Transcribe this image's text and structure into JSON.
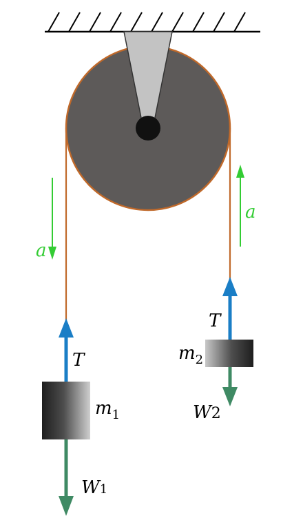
{
  "colors": {
    "pulley_fill": "#5d5a59",
    "pulley_rim": "#c0692a",
    "rope": "#c0692a",
    "bracket": "#c3c3c3",
    "axle": "#111111",
    "tension_arrow": "#1a7ec6",
    "weight_arrow": "#3f8a64",
    "acceleration_arrow": "#33cc33",
    "ceiling": "#000000",
    "text": "#000000"
  },
  "labels": {
    "acceleration_left": "a",
    "acceleration_right": "a",
    "tension_left": "T",
    "tension_right": "T",
    "mass_left": {
      "main": "m",
      "sub": "1"
    },
    "mass_right": {
      "main": "m",
      "sub": "2"
    },
    "weight_left": {
      "main": "W",
      "sub": "1"
    },
    "weight_right": {
      "main": "W",
      "sub": "2"
    }
  },
  "icons": {
    "ceiling": "hatched-ceiling-icon",
    "pulley": "pulley-wheel-icon",
    "block": "mass-block-icon"
  }
}
